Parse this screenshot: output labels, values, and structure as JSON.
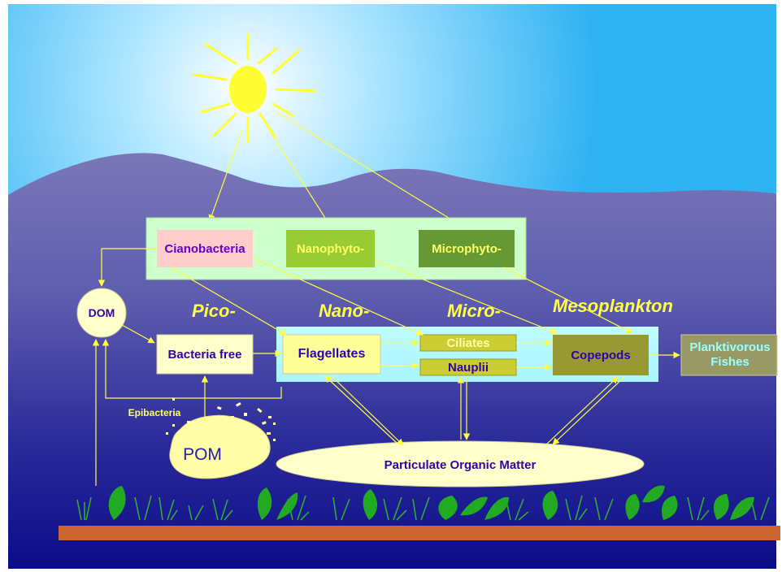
{
  "colors": {
    "sky_top": "#33b5f2",
    "sky_bottom": "#9ee0ff",
    "water_top": "#7a77b8",
    "water_bottom": "#0c0c8a",
    "sun": "#ffff33",
    "arrow": "#ffff40",
    "sediment": "#cc6633",
    "plants": "#33aa33",
    "panel": "#ccffcc",
    "panel_blue": "#bfffff"
  },
  "size_classes": {
    "pico": "Pico-",
    "nano": "Nano-",
    "micro": "Micro-",
    "meso": "Mesoplankton"
  },
  "producers": {
    "cianobacteria": "Cianobacteria",
    "nanophyto": "Nanophyto-",
    "microphyto": "Microphyto-"
  },
  "consumers": {
    "bacteria_free": "Bacteria free",
    "flagellates": "Flagellates",
    "ciliates": "Ciliates",
    "nauplii": "Nauplii",
    "copepods": "Copepods",
    "fishes": "Planktivorous Fishes"
  },
  "dom": "DOM",
  "pom": "POM",
  "epibacteria": "Epibacteria",
  "particulate": "Particulate Organic Matter"
}
